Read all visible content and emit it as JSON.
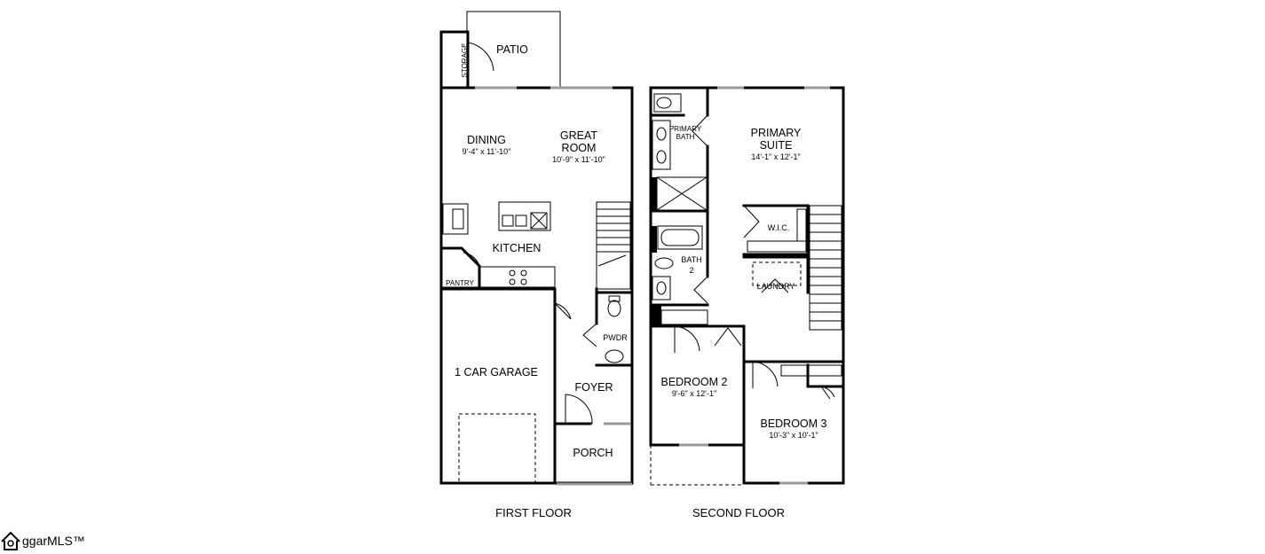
{
  "first_floor": {
    "label": "FIRST FLOOR",
    "rooms": {
      "patio": {
        "name": "PATIO"
      },
      "storage": {
        "name": "STORAGE"
      },
      "dining": {
        "name": "DINING",
        "dims": "9'-4\" x 11'-10\""
      },
      "great_room": {
        "name_line1": "GREAT",
        "name_line2": "ROOM",
        "dims": "10'-9\" x 11'-10\""
      },
      "kitchen": {
        "name": "KITCHEN"
      },
      "pantry": {
        "name": "PANTRY"
      },
      "garage": {
        "name": "1 CAR GARAGE"
      },
      "pwdr": {
        "name": "PWDR"
      },
      "foyer": {
        "name": "FOYER"
      },
      "porch": {
        "name": "PORCH"
      }
    }
  },
  "second_floor": {
    "label": "SECOND FLOOR",
    "rooms": {
      "primary_bath": {
        "name_line1": "PRIMARY",
        "name_line2": "BATH"
      },
      "primary_suite": {
        "name_line1": "PRIMARY",
        "name_line2": "SUITE",
        "dims": "14'-1\" x 12'-1\""
      },
      "wic": {
        "name": "W.I.C."
      },
      "bath2": {
        "name_line1": "BATH",
        "name_line2": "2"
      },
      "laundry": {
        "name": "LAUNDRY"
      },
      "bedroom2": {
        "name": "BEDROOM 2",
        "dims": "9'-6\" x 12'-1\""
      },
      "bedroom3": {
        "name": "BEDROOM 3",
        "dims": "10'-3\" x 10'-1\""
      }
    }
  },
  "watermark": {
    "text": "ggarMLS™"
  }
}
